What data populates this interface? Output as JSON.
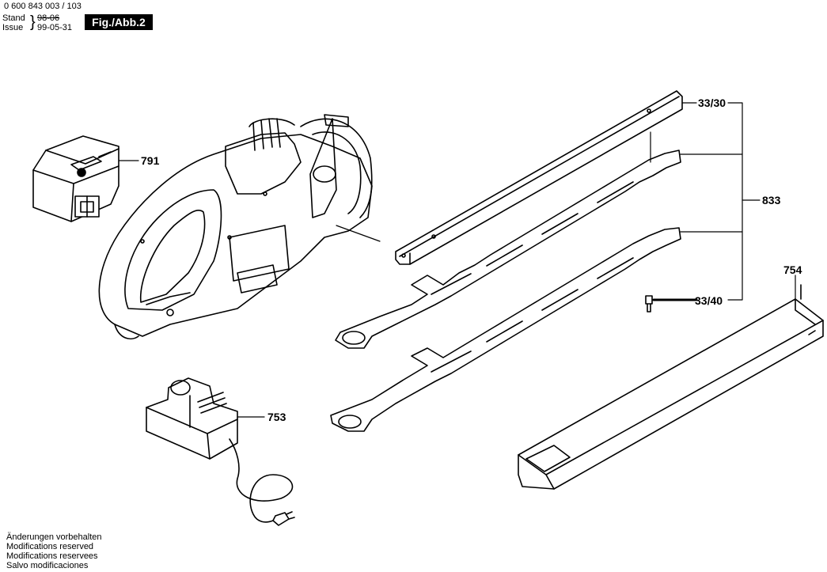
{
  "header": {
    "doc_number": "0 600 843 003 / 103",
    "stand_label": "Stand",
    "issue_label": "Issue",
    "stand_value": "98-06",
    "issue_value": "99-05-31",
    "figure_label": "Fig./Abb.2"
  },
  "callouts": {
    "c791": "791",
    "c3330": "33/30",
    "c833": "833",
    "c3340": "33/40",
    "c754": "754",
    "c753": "753"
  },
  "footer": {
    "lines": [
      "Änderungen vorbehalten",
      "Modifications reserved",
      "Modifications reservees",
      "Salvo modificaciones"
    ]
  }
}
